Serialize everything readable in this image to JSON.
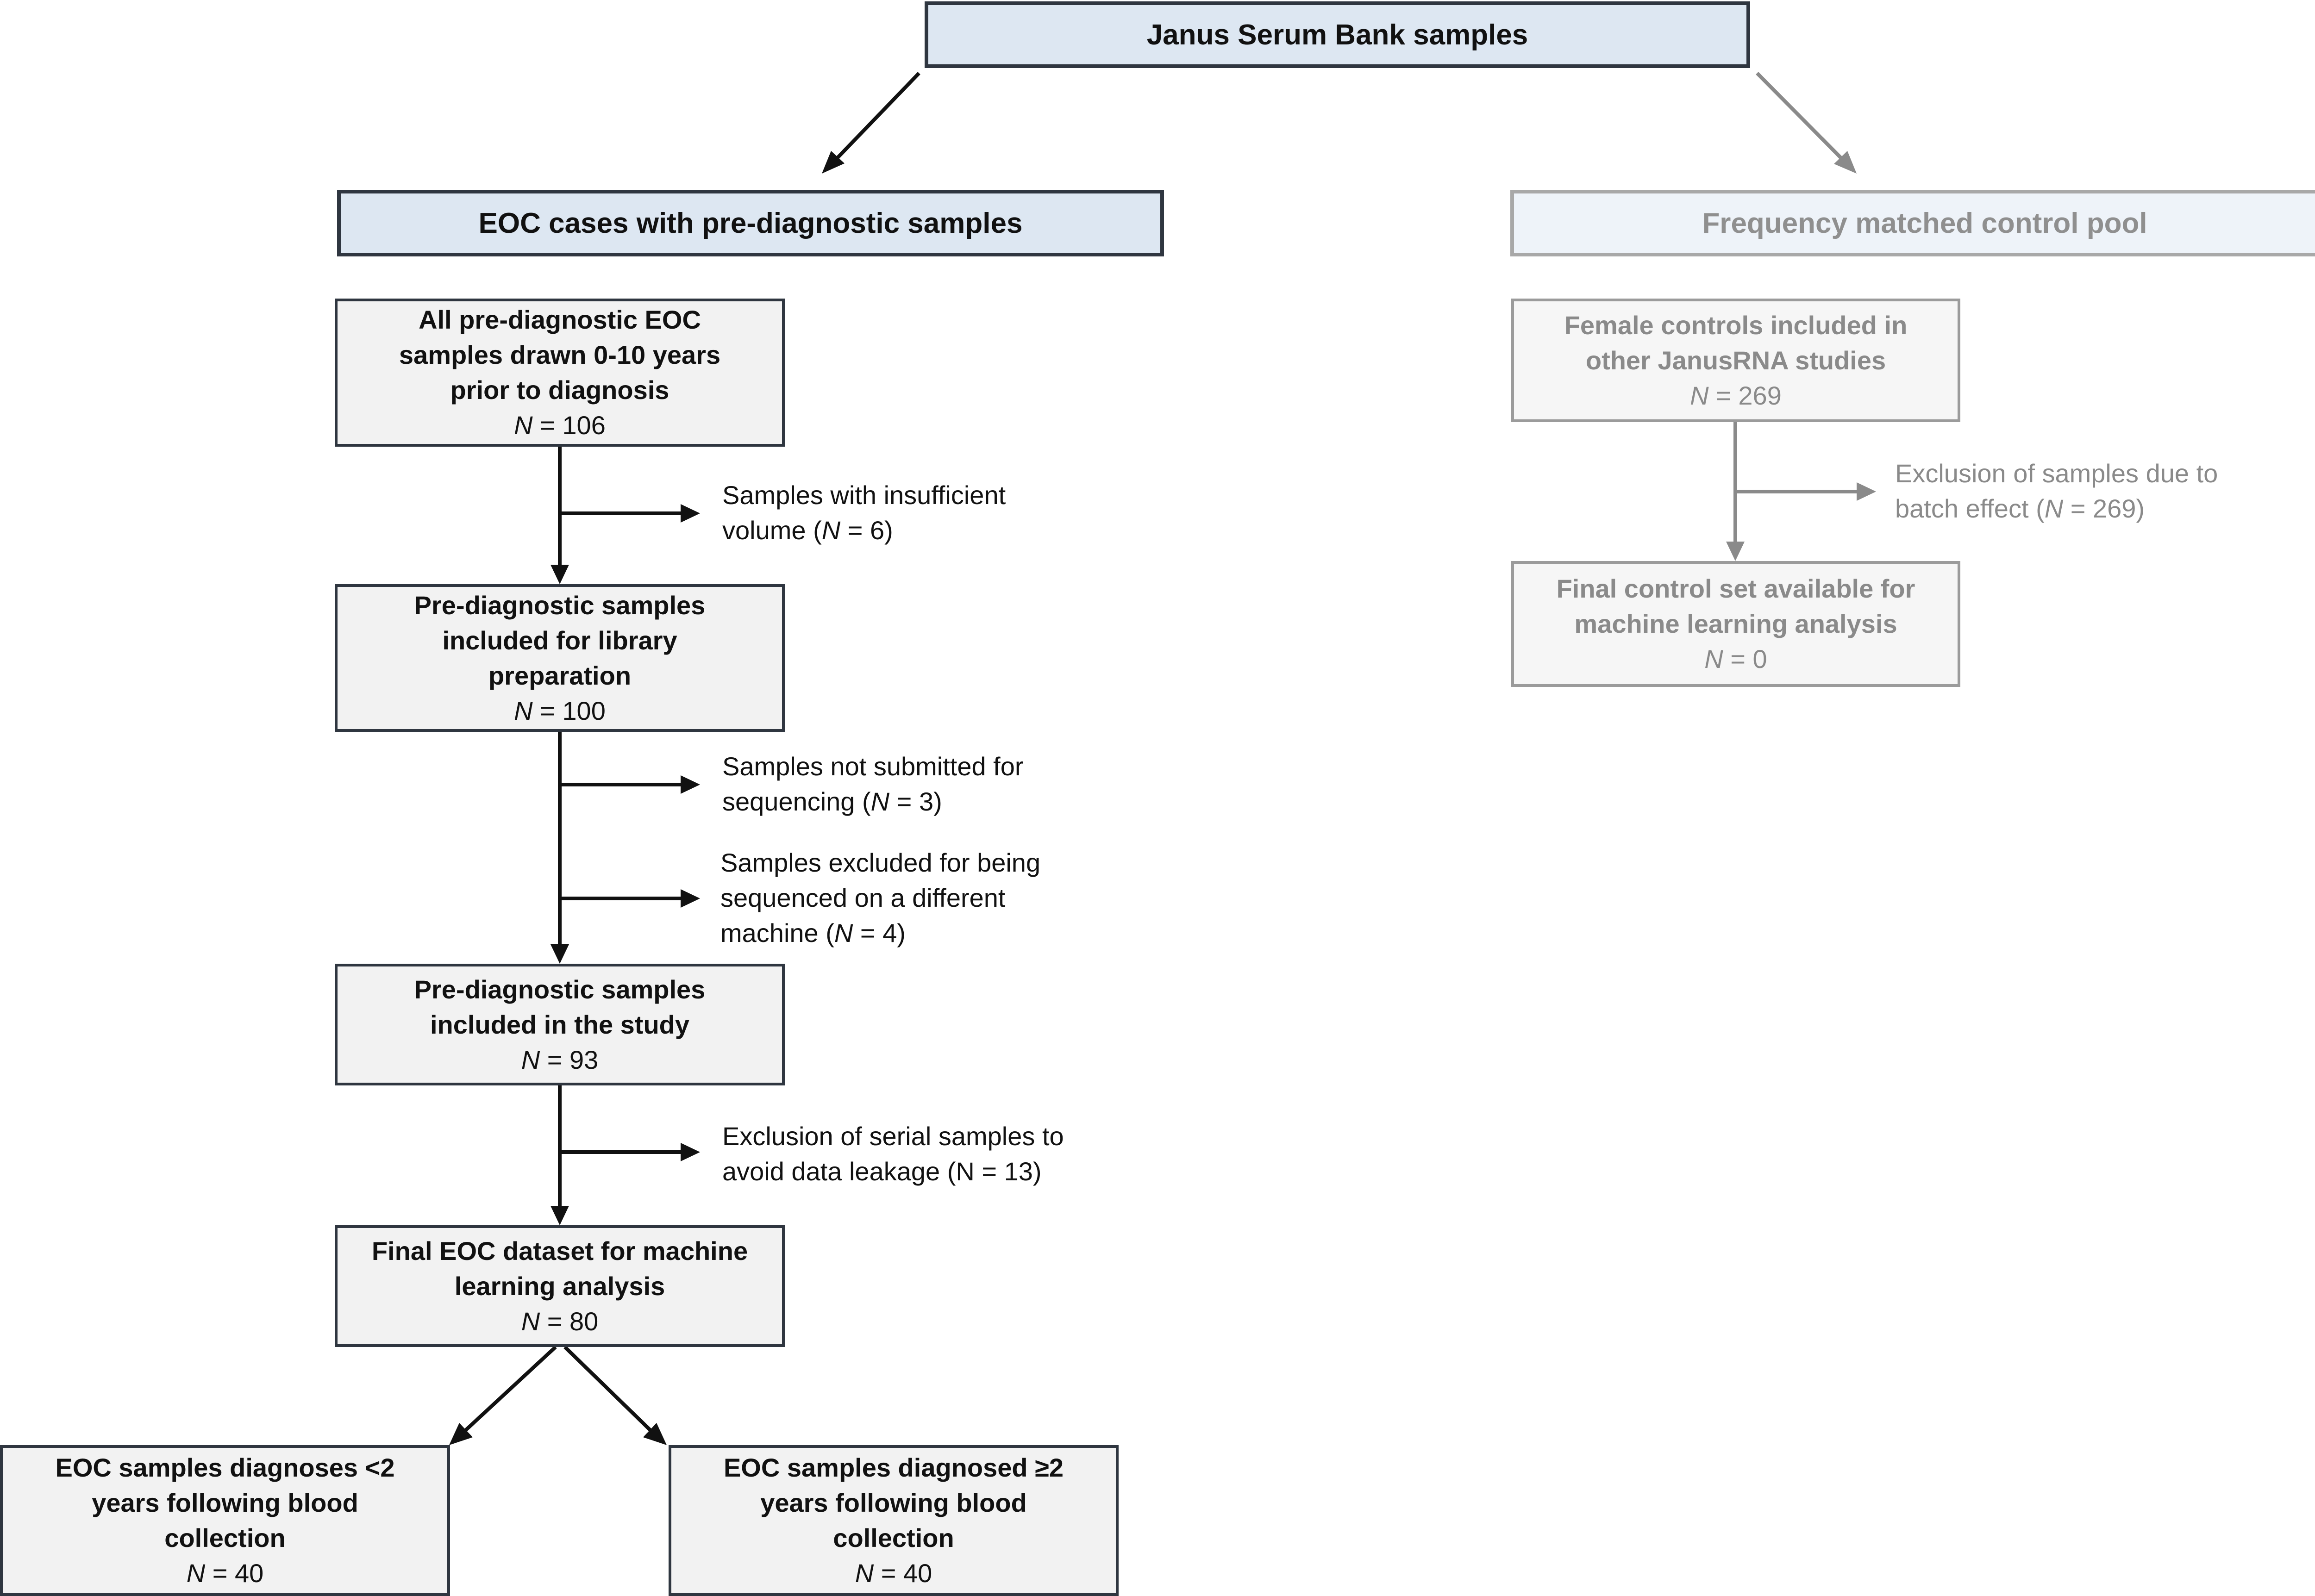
{
  "colors": {
    "dark": "#2f3640",
    "gray": "#8a8a8a",
    "header_fill": "#dde7f2",
    "box_fill": "#f2f2f2"
  },
  "top": {
    "title": "Janus Serum Bank samples"
  },
  "left_header": {
    "title": "EOC cases with pre-diagnostic samples"
  },
  "right_header": {
    "title": "Frequency matched control pool"
  },
  "cases": {
    "all": {
      "title": [
        "All pre-diagnostic EOC",
        "samples drawn 0-10 years",
        "prior to diagnosis"
      ],
      "n_label": "N",
      "n_value": " = 106"
    },
    "library": {
      "title": [
        "Pre-diagnostic samples",
        "included for library",
        "preparation"
      ],
      "n_label": "N",
      "n_value": " = 100"
    },
    "study": {
      "title": [
        "Pre-diagnostic samples",
        "included in the study"
      ],
      "n_label": "N",
      "n_value": " = 93"
    },
    "final": {
      "title": [
        "Final EOC dataset for machine",
        "learning analysis"
      ],
      "n_label": "N",
      "n_value": " = 80"
    },
    "lt2": {
      "title": [
        "EOC samples diagnoses <2",
        "years following blood",
        "collection"
      ],
      "n_label": "N",
      "n_value": " = 40"
    },
    "ge2": {
      "title": [
        "EOC samples diagnosed ≥2",
        "years following blood",
        "collection"
      ],
      "n_label": "N",
      "n_value": " = 40"
    }
  },
  "exclusions": {
    "insufficient": {
      "line1": "Samples with insufficient",
      "line2_pre": "volume (",
      "n_label": "N",
      "line2_post": " = 6)"
    },
    "not_submitted": {
      "line1": "Samples not submitted for",
      "line2_pre": "sequencing (",
      "n_label": "N",
      "line2_post": " = 3)"
    },
    "different_machine": {
      "line1": "Samples excluded for being",
      "line2": "sequenced on a different",
      "line3_pre": "machine (",
      "n_label": "N",
      "line3_post": " = 4)"
    },
    "serial": {
      "line1": "Exclusion of serial samples to",
      "line2": "avoid data leakage (N = 13)"
    }
  },
  "controls": {
    "female": {
      "title": [
        "Female controls included in",
        "other JanusRNA studies"
      ],
      "n_label": "N",
      "n_value": " = 269"
    },
    "batch": {
      "line1": "Exclusion of samples due to",
      "line2_pre": "batch effect (",
      "n_label": "N",
      "line2_post": " = 269)"
    },
    "final": {
      "title": [
        "Final control set available for",
        "machine learning analysis"
      ],
      "n_label": "N",
      "n_value": " = 0"
    }
  }
}
